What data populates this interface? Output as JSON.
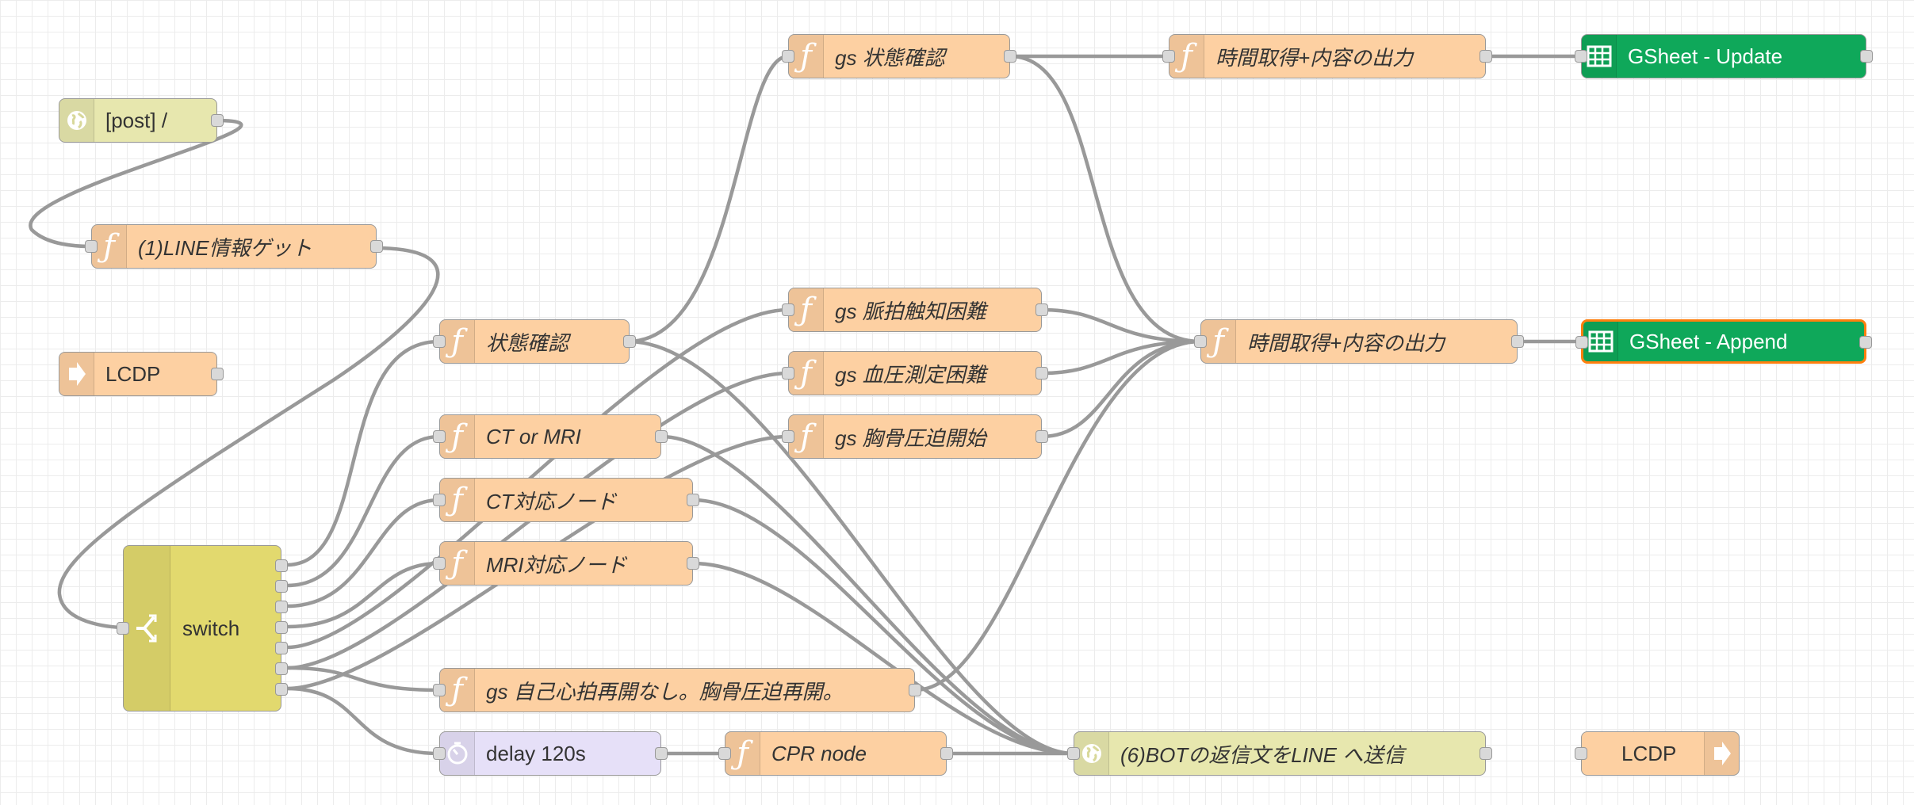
{
  "nodes": {
    "post": "[post] /",
    "line_info": "(1)LINE情報ゲット",
    "lcdp_in": "LCDP",
    "switch": "switch",
    "state_check": "状態確認",
    "ct_or_mri": "CT or MRI",
    "ct_node": "CT対応ノード",
    "mri_node": "MRI対応ノード",
    "gs_restart": "gs 自己心拍再開なし。胸骨圧迫再開。",
    "delay": "delay 120s",
    "cpr": "CPR node",
    "bot_reply": "(6)BOTの返信文をLINE へ送信",
    "lcdp_out": "LCDP",
    "gs_state": "gs 状態確認",
    "gs_pulse": "gs 脈拍触知困難",
    "gs_bp": "gs 血圧測定困難",
    "gs_chest": "gs 胸骨圧迫開始",
    "time_output_1": "時間取得+内容の出力",
    "time_output_2": "時間取得+内容の出力",
    "gsheet_update": "GSheet - Update",
    "gsheet_append": "GSheet - Append"
  },
  "colors": {
    "function": "#fdd0a2",
    "http": "#e7e7ae",
    "link": "#fdd0a2",
    "switch": "#e2d96e",
    "delay": "#e6e0f8",
    "gsheet": "#0fa85a",
    "selected": "#ff7f0e",
    "wire": "#999999",
    "port": "#d9d9d9"
  },
  "icons": {
    "function": "function-icon",
    "http": "globe-icon",
    "switch": "switch-icon",
    "delay": "timer-icon",
    "link": "link-arrow-icon",
    "gsheet": "spreadsheet-icon"
  }
}
